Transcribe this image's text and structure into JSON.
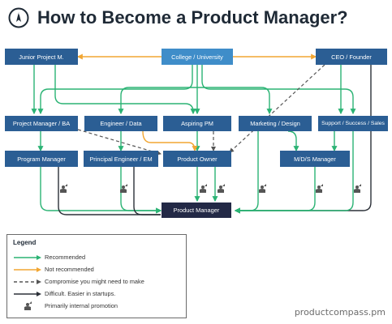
{
  "header": {
    "title": "How to Become a Product Manager?",
    "logo_letter": "N",
    "logo_icon": "compass-icon"
  },
  "nodes": {
    "junior_pm": "Junior Project M.",
    "college": "College / University",
    "ceo": "CEO / Founder",
    "project_manager_ba": "Project Manager / BA",
    "engineer_data": "Engineer / Data",
    "aspiring_pm": "Aspiring PM",
    "marketing_design": "Marketing / Design",
    "support": "Support / Success / Sales",
    "program_manager": "Program Manager",
    "principal_engineer": "Principal Engineer / EM",
    "product_owner": "Product Owner",
    "mds_manager": "M/D/S Manager",
    "product_manager": "Product Manager"
  },
  "legend": {
    "title": "Legend",
    "items": [
      {
        "label": "Recommended",
        "style": "green-arrow"
      },
      {
        "label": "Not recommended",
        "style": "orange-arrow"
      },
      {
        "label": "Compromise you might need to make",
        "style": "dashed-gray-arrow"
      },
      {
        "label": "Difficult. Easier in startups.",
        "style": "dark-arrow"
      },
      {
        "label": "Primarily internal promotion",
        "style": "promotion-icon"
      }
    ]
  },
  "footer": {
    "credit": "productcompass.pm"
  },
  "colors": {
    "recommended": "#2bb374",
    "not_recommended": "#f2a632",
    "compromise": "#555555",
    "difficult": "#2b3038",
    "box_dark_blue": "#2b5e94",
    "box_light_blue": "#3f8dc9",
    "box_target": "#232946"
  }
}
